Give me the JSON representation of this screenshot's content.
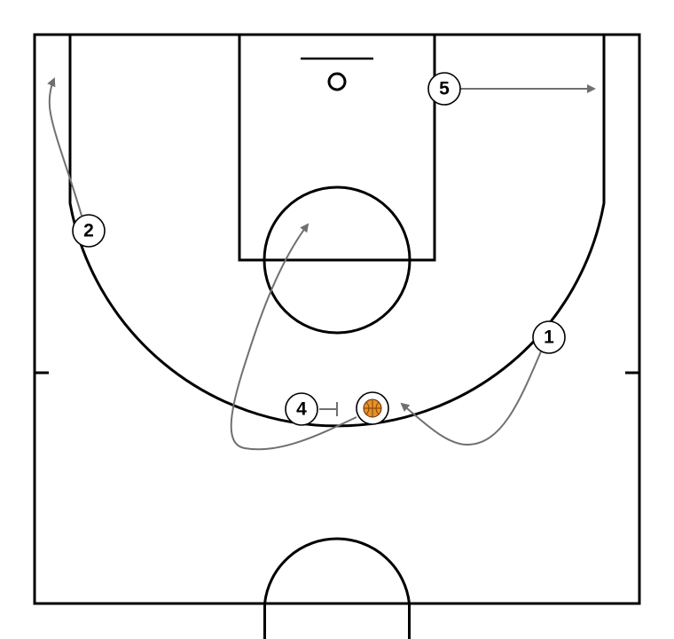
{
  "diagram": {
    "colors": {
      "background": "#ffffff",
      "court_lines": "#000000",
      "movement": "#707070",
      "ball_fill": "#e8912a",
      "ball_seams": "#7a3e00"
    },
    "players": [
      {
        "id": "p1",
        "label": "1"
      },
      {
        "id": "p2",
        "label": "2"
      },
      {
        "id": "p4",
        "label": "4"
      },
      {
        "id": "p5",
        "label": "5"
      }
    ],
    "ball": {
      "icon": "basketball-icon"
    },
    "actions": [
      {
        "id": "p1-cut",
        "type": "cut",
        "player": "1"
      },
      {
        "id": "p2-cut",
        "type": "cut",
        "player": "2"
      },
      {
        "id": "p4-cut",
        "type": "cut",
        "player": "4"
      },
      {
        "id": "p5-cut",
        "type": "cut",
        "player": "5"
      },
      {
        "id": "p4-screen",
        "type": "screen",
        "player": "4"
      }
    ]
  }
}
